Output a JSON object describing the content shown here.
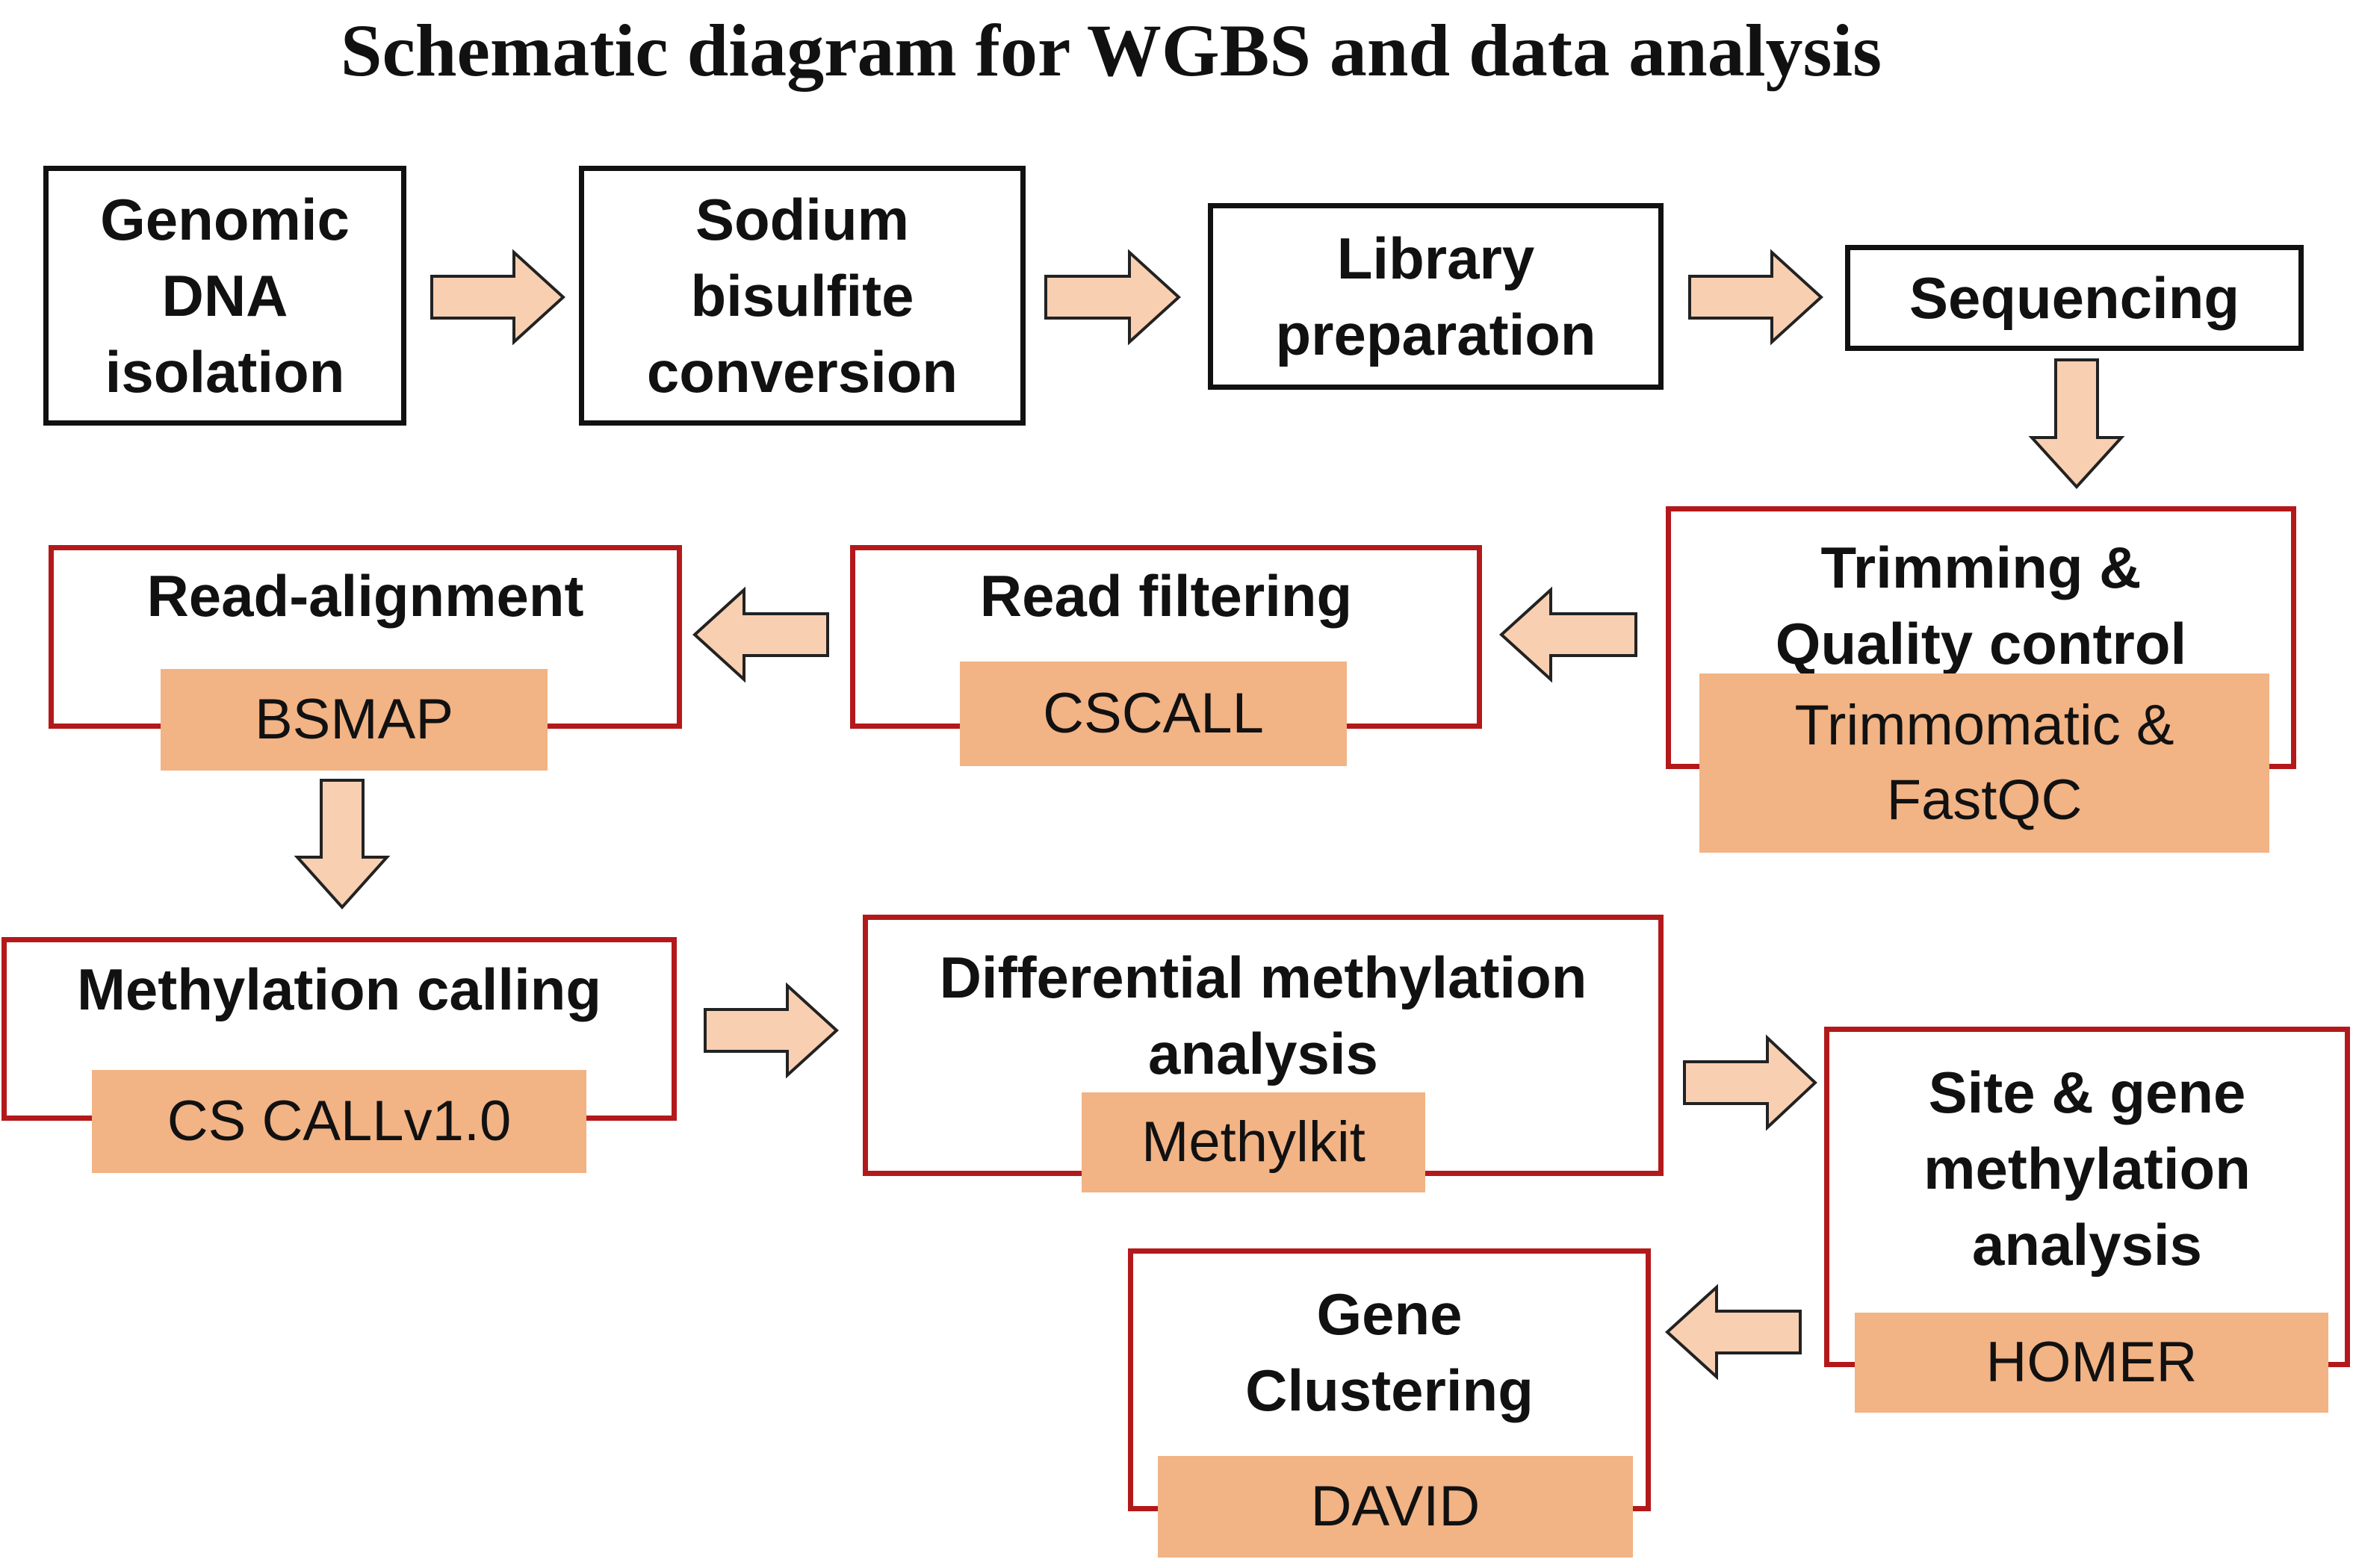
{
  "title": "Schematic diagram for WGBS and data analysis",
  "steps": {
    "genomic_dna_isolation": "Genomic\nDNA\nisolation",
    "sodium_bisulfite_conversion": "Sodium\nbisulfite\nconversion",
    "library_preparation": "Library\npreparation",
    "sequencing": "Sequencing",
    "trimming_quality_control": "Trimming &\nQuality control",
    "read_filtering": "Read filtering",
    "read_alignment": "Read-alignment",
    "methylation_calling": "Methylation calling",
    "differential_methylation_analysis": "Differential methylation\nanalysis",
    "site_gene_methylation_analysis": "Site & gene\nmethylation\nanalysis",
    "gene_clustering": "Gene\nClustering"
  },
  "tools": {
    "trimming_quality_control": "Trimmomatic &\nFastQC",
    "read_filtering": "CSCALL",
    "read_alignment": "BSMAP",
    "methylation_calling": "CS CALLv1.0",
    "differential_methylation_analysis": "Methylkit",
    "site_gene_methylation_analysis": "HOMER",
    "gene_clustering": "DAVID"
  },
  "colors": {
    "wet_lab_border": "#111111",
    "analysis_border": "#b3191b",
    "tool_fill": "#f2b385",
    "arrow_fill": "#f9cfb1"
  }
}
